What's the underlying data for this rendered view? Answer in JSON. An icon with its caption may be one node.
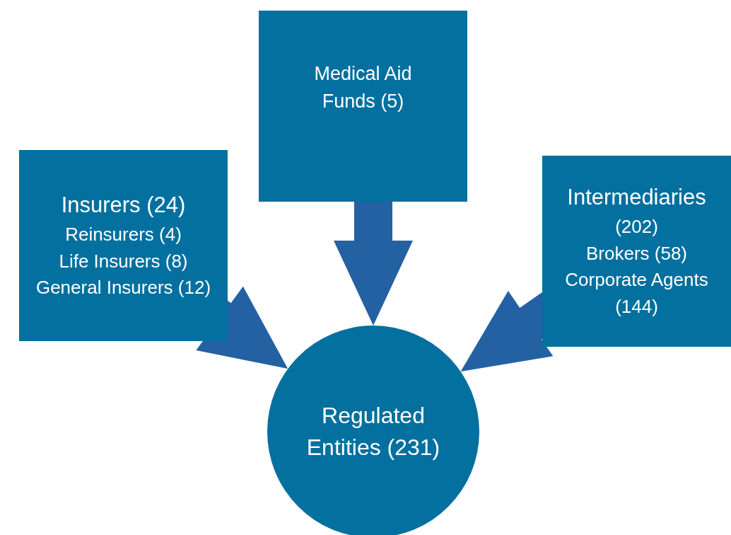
{
  "diagram": {
    "nodes": [
      {
        "text": [
          "Insurers (24)",
          "Reinsurers (4)",
          "Life Insurers (8)",
          "General Insurers (12)"
        ]
      },
      {
        "text": [
          "Medical Aid Funds (5)"
        ]
      },
      {
        "text": [
          "Intermediaries",
          "(202)",
          "Brokers (58)",
          "Corporate Agents (144)"
        ]
      },
      {
        "text": [
          "Regulated Entities (231)"
        ]
      }
    ],
    "edges": [
      {
        "from": 0,
        "to": 3,
        "arrow": "to"
      },
      {
        "from": 1,
        "to": 3,
        "arrow": "to"
      },
      {
        "from": 2,
        "to": 3,
        "arrow": "to"
      }
    ]
  }
}
